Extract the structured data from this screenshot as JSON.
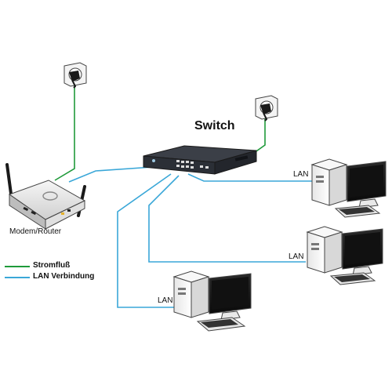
{
  "labels": {
    "switch": "Switch",
    "modem_router": "Modem/Router",
    "lan_top": "LAN",
    "lan_middle": "LAN",
    "lan_bottom": "LAN"
  },
  "legend": {
    "power": "Stromfluß",
    "lan": "LAN Verbindung"
  },
  "colors": {
    "power_line": "#1f9a3a",
    "lan_line": "#3aa7d8",
    "device_dark": "#2b2f36",
    "device_light": "#f2f2f2",
    "outline": "#444444"
  },
  "icons": [
    "wall-socket-icon",
    "modem-router-icon",
    "network-switch-icon",
    "desktop-computer-icon"
  ]
}
